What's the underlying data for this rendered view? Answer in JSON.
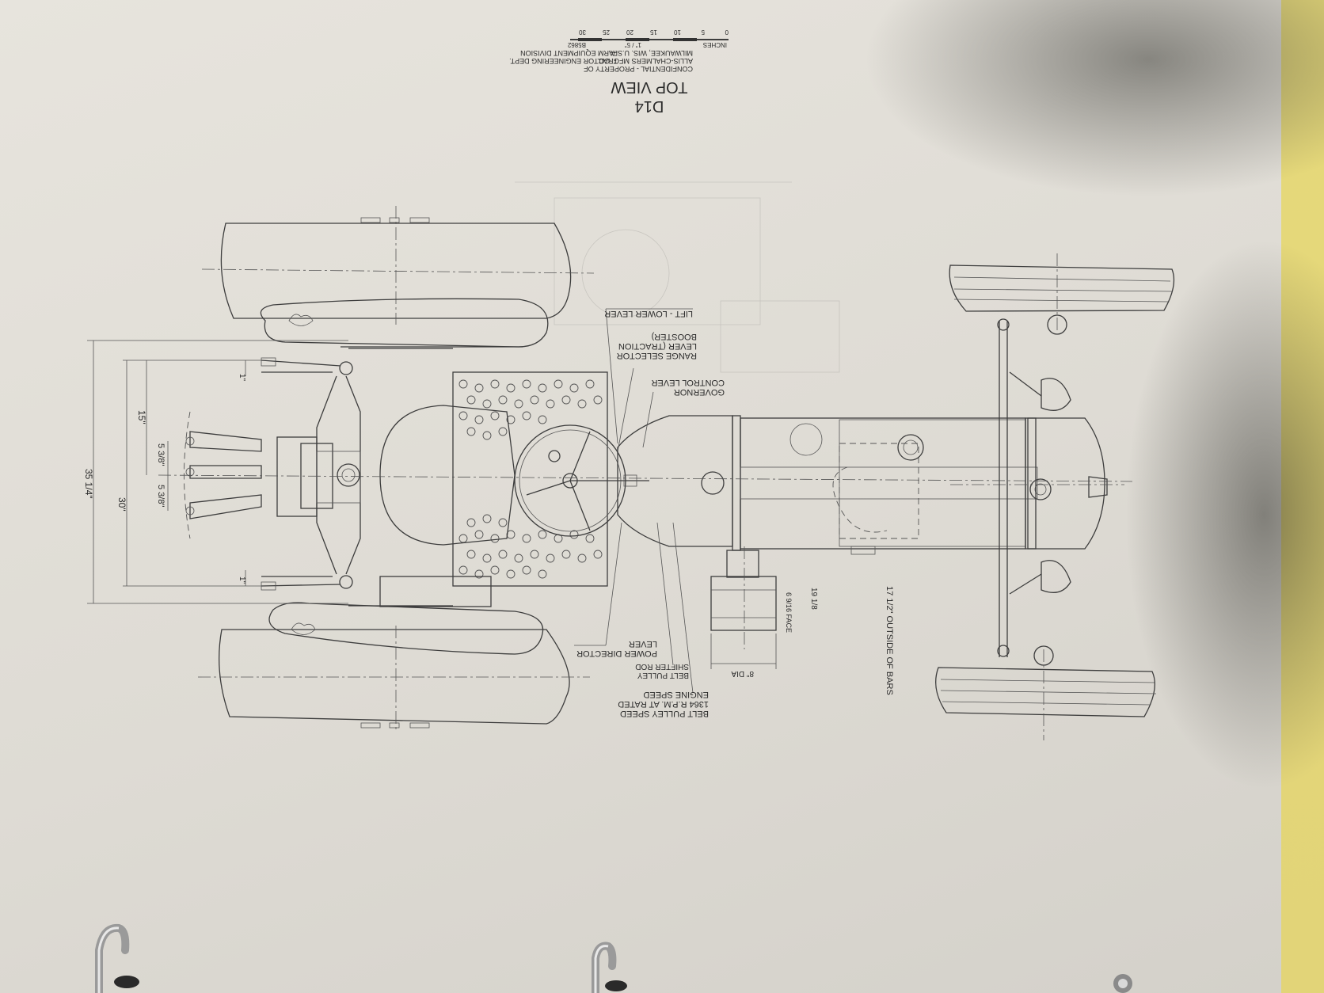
{
  "title_block": {
    "model": "D14",
    "view": "TOP VIEW",
    "owner_lines": [
      "CONFIDENTIAL - PROPERTY OF",
      "ALLIS-CHALMERS MFG. CO.",
      "MILWAUKEE, WIS. U.S.A."
    ],
    "dept_lines": [
      "TRACTOR ENGINEERING DEPT.",
      "FARM EQUIPMENT DIVISION"
    ],
    "scale_label": "INCHES",
    "scale_ticks": [
      "0",
      "5",
      "10",
      "15",
      "20",
      "25",
      "30"
    ],
    "scale_ratio": "1\" / 5\"",
    "drawing_number": "B5862"
  },
  "callouts": {
    "lift_lower": "LIFT - LOWER LEVER",
    "range_selector": [
      "RANGE SELECTOR",
      "LEVER (TRACTION",
      "BOOSTER)"
    ],
    "governor": [
      "GOVERNOR",
      "CONTROL LEVER"
    ],
    "power_director": [
      "POWER DIRECTOR",
      "LEVER"
    ],
    "belt_pulley_shifter": [
      "BELT PULLEY",
      "SHIFTER ROD"
    ],
    "belt_pulley_speed": [
      "BELT PULLEY SPEED",
      "1364 R.P.M. AT RATED",
      "ENGINE SPEED"
    ]
  },
  "dimensions": {
    "overall_width": "35 1/4\"",
    "tread": "30\"",
    "hitch_spacing": "15\"",
    "drawbar_left": "5 3/8\"",
    "drawbar_right": "5 3/8\"",
    "offset_1": "1\"",
    "offset_2": "1\"",
    "pulley_width": "19 1/8",
    "pulley_face": "6 9/16 FACE",
    "pulley_dia": "8\" DIA",
    "bars": "17 1/2\" OUTSIDE OF BARS"
  }
}
